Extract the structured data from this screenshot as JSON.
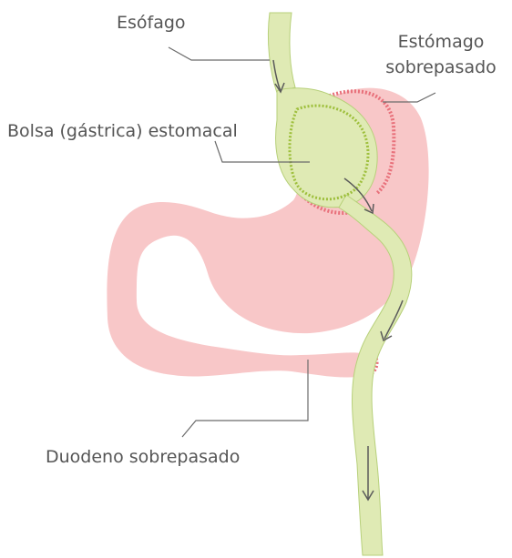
{
  "labels": {
    "esophagus": "Esófago",
    "bypassed_stomach_line1": "Estómago",
    "bypassed_stomach_line2": "sobrepasado",
    "gastric_pouch": "Bolsa (gástrica) estomacal",
    "bypassed_duodenum": "Duodeno sobrepasado"
  },
  "colors": {
    "stomach_pink": "#f8c7c8",
    "staple_red": "#e8707a",
    "intestine_green": "#dfeab4",
    "intestine_outline": "#b7d07a",
    "pouch_stitch_green": "#9ebf3c",
    "leader_line": "#6b6b6b",
    "label_text": "#555555"
  }
}
